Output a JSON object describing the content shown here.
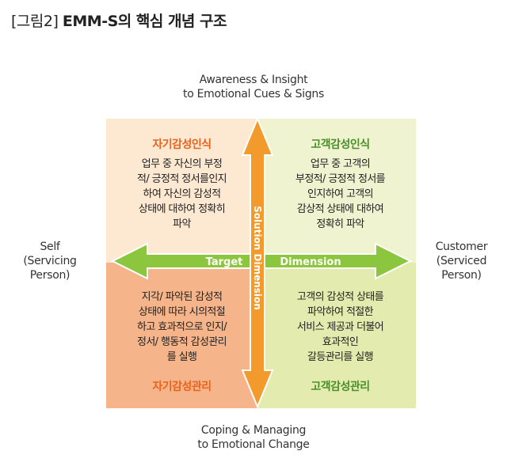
{
  "figure": {
    "number": "[그림2]",
    "title": "EMM-S의 핵심 개념 구조"
  },
  "axes": {
    "top": [
      "Awareness & Insight",
      "to Emotional Cues & Signs"
    ],
    "bottom": [
      "Coping & Managing",
      "to Emotional Change"
    ],
    "left": [
      "Self",
      "(Servicing",
      "Person)"
    ],
    "right": [
      "Customer",
      "(Serviced",
      "Person)"
    ]
  },
  "arrows": {
    "horizontal_left": "Target",
    "horizontal_right": "Dimension",
    "vertical": "Solution Dimension"
  },
  "quadrants": {
    "top_left": {
      "heading": "자기감성인식",
      "lines": [
        "업무 중 자신의 부정",
        "적/ 긍정적 정서를인지",
        "하여 자신의 감성적",
        "상태에 대하여 정확히",
        "파악"
      ]
    },
    "top_right": {
      "heading": "고객감성인식",
      "lines": [
        "업무 중 고객의",
        "부정적/ 긍정적 정서를",
        "인지하여 고객의",
        "감상적 상태에 대하여",
        "정확히 파악"
      ]
    },
    "bottom_left": {
      "heading": "자기감성관리",
      "lines": [
        "지각/ 파악된 감성적",
        "상태에 따라 시의적절",
        "하고 효과적으로 인지/",
        "정서/ 행동적 감성관리",
        "를 실행"
      ]
    },
    "bottom_right": {
      "heading": "고객감성관리",
      "lines": [
        "고객의 감성적 상태를",
        "파악하여 적절한",
        "서비스 제공과 더불어",
        "효과적인",
        "갈등관리를 실행"
      ]
    }
  },
  "colors": {
    "orange_arrow": "#f39a2c",
    "green_arrow": "#8cc63f",
    "tl_bg": "#fde8d2",
    "tr_bg": "#eff3d0",
    "bl_bg": "#f6b48a",
    "br_bg": "#e3ecae"
  }
}
